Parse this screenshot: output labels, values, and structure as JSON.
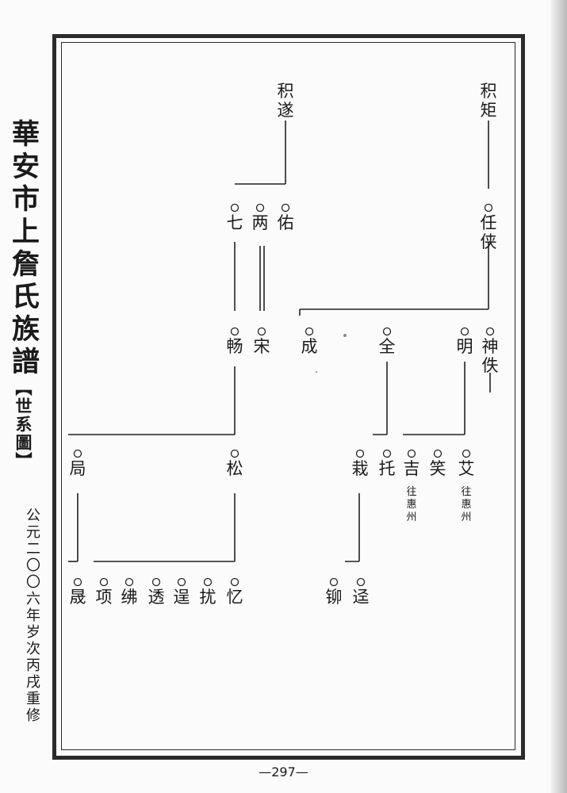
{
  "sidebar": {
    "book_title": "華安市上詹氏族譜",
    "section_title": "【世系圖】",
    "edition_note": "公元二〇〇六年岁次丙戌重修"
  },
  "page_number": "—297—",
  "tree": {
    "nodes": [
      {
        "id": "jiju",
        "name": "积矩",
        "marker": false
      },
      {
        "id": "jisui",
        "name": "积遂",
        "marker": false
      },
      {
        "id": "renxia",
        "name": "任侠",
        "marker": true
      },
      {
        "id": "you",
        "name": "佑",
        "marker": true
      },
      {
        "id": "liang",
        "name": "两",
        "marker": true
      },
      {
        "id": "qi",
        "name": "七",
        "marker": true
      },
      {
        "id": "shenyi",
        "name": "神佚",
        "marker": true
      },
      {
        "id": "ming",
        "name": "明",
        "marker": true
      },
      {
        "id": "quan",
        "name": "全",
        "marker": true
      },
      {
        "id": "cheng",
        "name": "成",
        "marker": true
      },
      {
        "id": "song",
        "name": "宋",
        "marker": true
      },
      {
        "id": "chang",
        "name": "畅",
        "marker": true
      },
      {
        "id": "ai",
        "name": "艾",
        "marker": true,
        "note": "往惠州"
      },
      {
        "id": "xiao",
        "name": "笑",
        "marker": true
      },
      {
        "id": "ji",
        "name": "吉",
        "marker": true,
        "note": "往惠州"
      },
      {
        "id": "tuo",
        "name": "托",
        "marker": true
      },
      {
        "id": "zai",
        "name": "栽",
        "marker": true
      },
      {
        "id": "songtree",
        "name": "松",
        "marker": true
      },
      {
        "id": "ju",
        "name": "局",
        "marker": true
      },
      {
        "id": "jing",
        "name": "迳",
        "marker": true
      },
      {
        "id": "liu",
        "name": "铆",
        "marker": true
      },
      {
        "id": "yi",
        "name": "忆",
        "marker": true
      },
      {
        "id": "xi",
        "name": "扰",
        "marker": true
      },
      {
        "id": "lai",
        "name": "逞",
        "marker": true
      },
      {
        "id": "tou",
        "name": "透",
        "marker": true
      },
      {
        "id": "fu",
        "name": "绋",
        "marker": true
      },
      {
        "id": "xiang",
        "name": "项",
        "marker": true
      },
      {
        "id": "sheng",
        "name": "晟",
        "marker": true
      }
    ]
  }
}
